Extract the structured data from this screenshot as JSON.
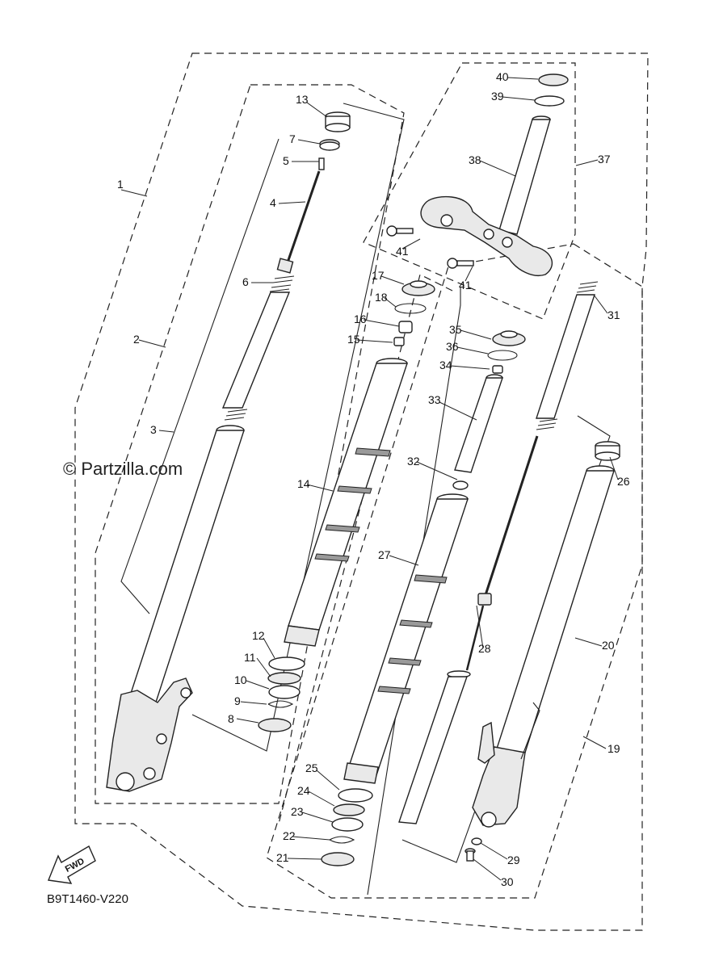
{
  "diagram": {
    "watermark": "© Partzilla.com",
    "drawing_code": "B9T1460-V220",
    "fwd_label": "FWD",
    "callouts": [
      "1",
      "2",
      "3",
      "4",
      "5",
      "6",
      "7",
      "8",
      "9",
      "10",
      "11",
      "12",
      "13",
      "14",
      "15",
      "16",
      "17",
      "18",
      "19",
      "20",
      "21",
      "22",
      "23",
      "24",
      "25",
      "26",
      "27",
      "28",
      "29",
      "30",
      "31",
      "32",
      "33",
      "34",
      "35",
      "36",
      "37",
      "38",
      "39",
      "40",
      "41",
      "41"
    ]
  }
}
